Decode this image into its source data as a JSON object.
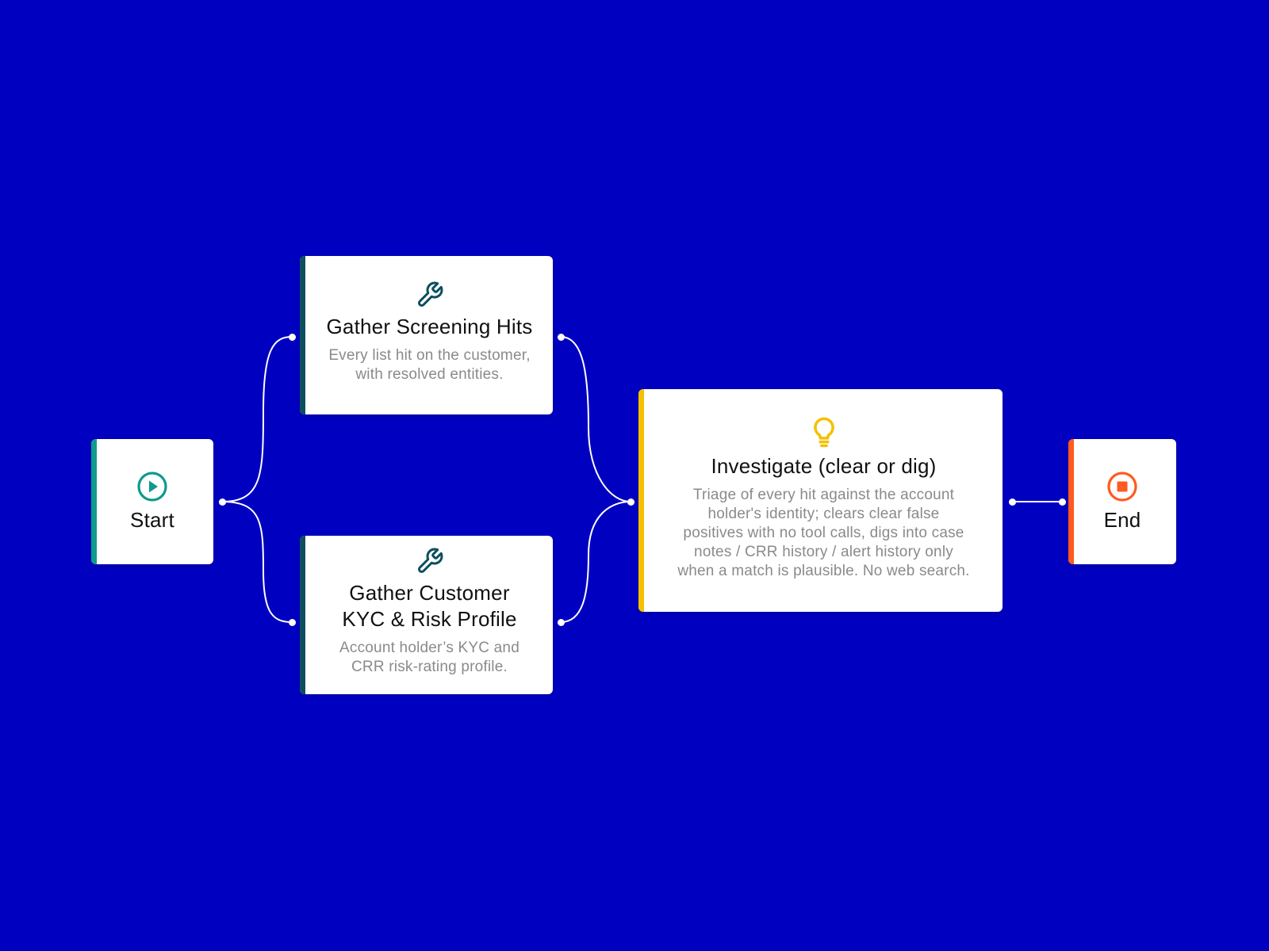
{
  "colors": {
    "background": "#0000c0",
    "connector": "#ffffff",
    "start_accent": "#0e9a8e",
    "tool_accent": "#0d4f5f",
    "agent_accent": "#f5c000",
    "end_accent": "#ff5a1f"
  },
  "nodes": {
    "start": {
      "label": "Start",
      "icon": "play-circle-icon"
    },
    "screening": {
      "title": "Gather Screening Hits",
      "description": "Every list hit on the customer,\nwith resolved entities.",
      "icon": "wrench-icon"
    },
    "kyc": {
      "title": "Gather Customer\nKYC  & Risk Profile",
      "description": "Account holder’s KYC and\nCRR risk-rating profile.",
      "icon": "wrench-icon"
    },
    "investigate": {
      "title": "Investigate (clear or dig)",
      "description": "Triage of every hit against the account\nholder's identity; clears clear false\npositives with no tool calls, digs into case\nnotes / CRR history / alert history only\nwhen a match is plausible. No web search.",
      "icon": "lightbulb-icon"
    },
    "end": {
      "label": "End",
      "icon": "stop-circle-icon"
    }
  },
  "edges": [
    {
      "from": "Start",
      "to": "Gather Screening Hits"
    },
    {
      "from": "Start",
      "to": "Gather Customer KYC & Risk Profile"
    },
    {
      "from": "Gather Screening Hits",
      "to": "Investigate (clear or dig)"
    },
    {
      "from": "Gather Customer KYC & Risk Profile",
      "to": "Investigate (clear or dig)"
    },
    {
      "from": "Investigate (clear or dig)",
      "to": "End"
    }
  ]
}
